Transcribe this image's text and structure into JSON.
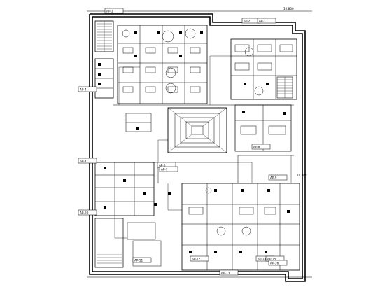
{
  "drawing": {
    "type": "floor-plan",
    "title_tags": [
      "AP-1",
      "AP-2",
      "AP-3",
      "AP-4",
      "AP-5",
      "AP-6",
      "AP-7",
      "AP-8",
      "AP-9",
      "AP-10",
      "AP-11",
      "AP-12",
      "AP-13",
      "AP-14",
      "AP-15",
      "AP-16"
    ],
    "dimension_labels": [
      "10.800",
      "10.800"
    ],
    "watermark": ""
  }
}
